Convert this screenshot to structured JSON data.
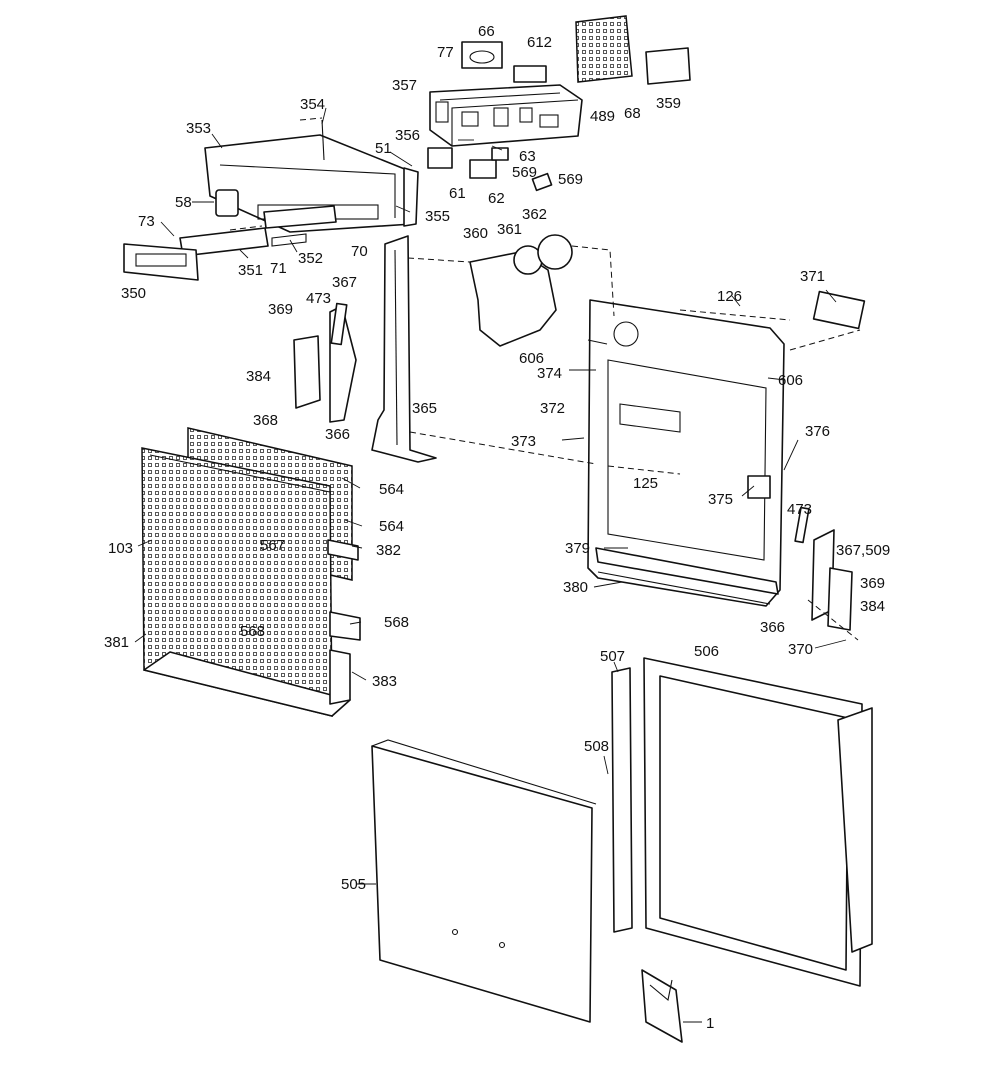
{
  "diagram": {
    "callouts": {
      "c66": "66",
      "c77": "77",
      "c612": "612",
      "c357": "357",
      "c489": "489",
      "c68": "68",
      "c359": "359",
      "c354": "354",
      "c353": "353",
      "c356": "356",
      "c51": "51",
      "c63": "63",
      "c569a": "569",
      "c569b": "569",
      "c61": "61",
      "c62": "62",
      "c58": "58",
      "c355": "355",
      "c73": "73",
      "c70": "70",
      "c71": "71",
      "c352": "352",
      "c351": "351",
      "c350": "350",
      "c360": "360",
      "c361": "361",
      "c362": "362",
      "c371": "371",
      "c126": "126",
      "c367a": "367",
      "c473a": "473",
      "c369a": "369",
      "c606a": "606",
      "c606b": "606",
      "c374": "374",
      "c384a": "384",
      "c368": "368",
      "c366a": "366",
      "c365": "365",
      "c372": "372",
      "c373": "373",
      "c376": "376",
      "c125": "125",
      "c375": "375",
      "c564a": "564",
      "c564b": "564",
      "c473b": "473",
      "c367b": "367,509",
      "c103": "103",
      "c567": "567",
      "c382": "382",
      "c379": "379",
      "c380": "380",
      "c369b": "369",
      "c384b": "384",
      "c366b": "366",
      "c568a": "568",
      "c568b": "568",
      "c381": "381",
      "c370": "370",
      "c383": "383",
      "c507": "507",
      "c506": "506",
      "c508": "508",
      "c505": "505",
      "c1": "1"
    }
  }
}
